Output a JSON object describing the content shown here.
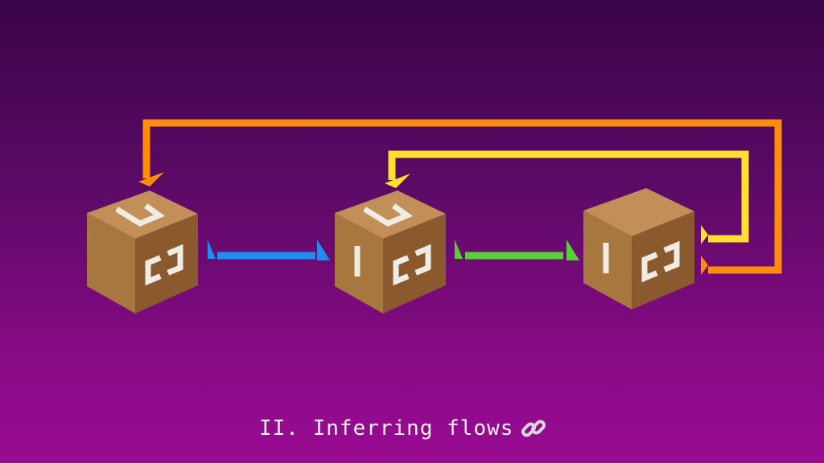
{
  "caption": {
    "text": "II. Inferring flows",
    "icon": "link-icon"
  },
  "colors": {
    "bg_top": "#3a0448",
    "bg_bottom": "#990b92",
    "box_front": "#a8763f",
    "box_top": "#c28f58",
    "box_side": "#7e5228",
    "glyph": "#f0ece4",
    "flow_blue": "#1f8cf0",
    "flow_green": "#56d135",
    "flow_orange": "#ff8c0a",
    "flow_yellow": "#ffe02a"
  },
  "boxes": [
    {
      "name": "box-1",
      "front_glyphs": [
        "[]"
      ],
      "top_glyph": "U"
    },
    {
      "name": "box-2",
      "front_glyphs": [
        "I",
        "[]"
      ],
      "top_glyph": "U"
    },
    {
      "name": "box-3",
      "front_glyphs": [
        "I",
        "[]"
      ],
      "top_glyph": ""
    }
  ],
  "flows": [
    {
      "name": "flow-box1-to-box2",
      "color": "flow_blue"
    },
    {
      "name": "flow-box2-to-box3",
      "color": "flow_green"
    },
    {
      "name": "flow-box3-to-box1",
      "color": "flow_orange"
    },
    {
      "name": "flow-box3-to-box2",
      "color": "flow_yellow"
    }
  ]
}
